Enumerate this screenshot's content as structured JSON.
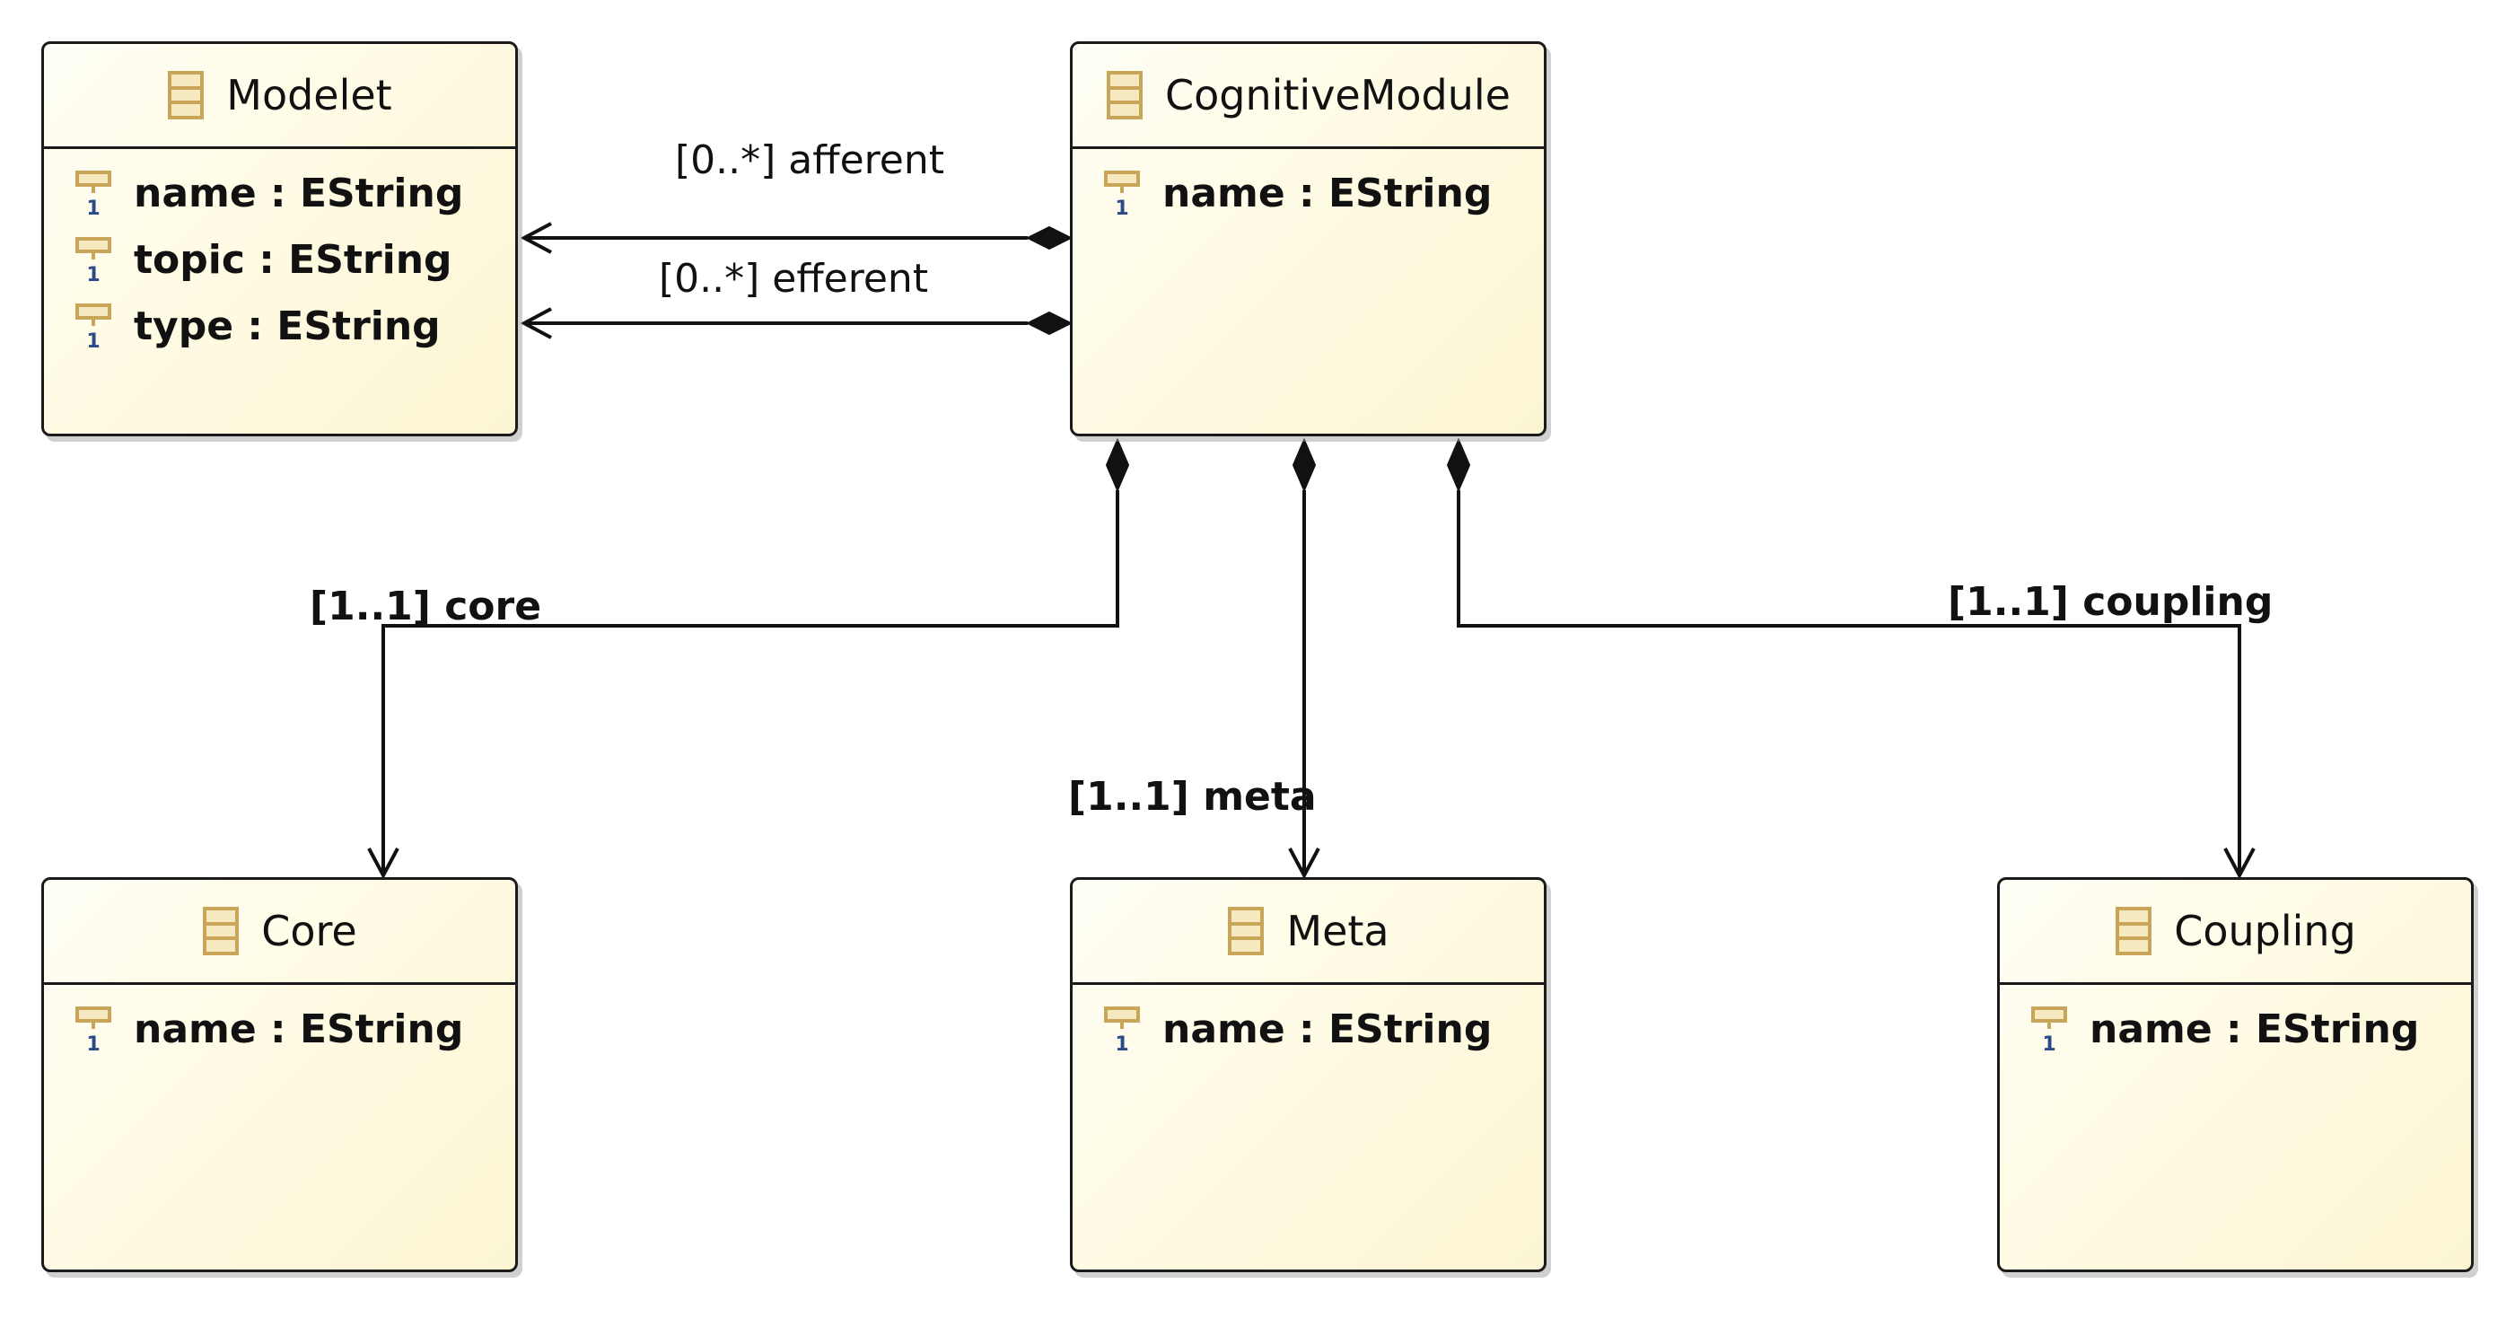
{
  "classes": {
    "modelet": {
      "name": "Modelet",
      "attributes": [
        "name : EString",
        "topic : EString",
        "type : EString"
      ]
    },
    "cognitive_module": {
      "name": "CognitiveModule",
      "attributes": [
        "name : EString"
      ]
    },
    "core": {
      "name": "Core",
      "attributes": [
        "name : EString"
      ]
    },
    "meta": {
      "name": "Meta",
      "attributes": [
        "name : EString"
      ]
    },
    "coupling": {
      "name": "Coupling",
      "attributes": [
        "name : EString"
      ]
    }
  },
  "references": {
    "afferent": "[0..*] afferent",
    "efferent": "[0..*] efferent",
    "core": "[1..1] core",
    "meta": "[1..1] meta",
    "coupling": "[1..1] coupling"
  },
  "icons": {
    "class": "eclass-icon",
    "attribute": "eattribute-icon",
    "attribute_multiplicity": "1"
  },
  "colors": {
    "class_fill": "#fffbe4",
    "class_icon": "#c9a55a",
    "attribute_mark": "#2b4a8a",
    "line": "#111111"
  }
}
